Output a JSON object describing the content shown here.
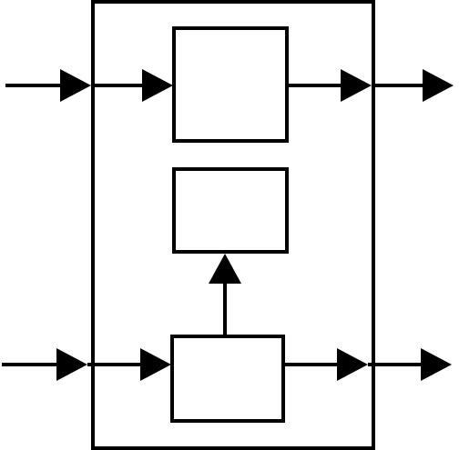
{
  "diagram": {
    "stroke_color": "#000000",
    "background_color": "#ffffff",
    "nodes": [
      {
        "id": "container",
        "label": ""
      },
      {
        "id": "top-block",
        "label": ""
      },
      {
        "id": "middle-block",
        "label": ""
      },
      {
        "id": "bottom-block",
        "label": ""
      }
    ],
    "edges": [
      {
        "from": "external-input-top",
        "to": "container"
      },
      {
        "from": "container",
        "to": "top-block"
      },
      {
        "from": "top-block",
        "to": "container"
      },
      {
        "from": "container",
        "to": "external-output-top"
      },
      {
        "from": "external-input-bottom",
        "to": "container"
      },
      {
        "from": "container",
        "to": "bottom-block"
      },
      {
        "from": "bottom-block",
        "to": "container"
      },
      {
        "from": "container",
        "to": "external-output-bottom"
      },
      {
        "from": "bottom-block",
        "to": "middle-block"
      }
    ]
  }
}
